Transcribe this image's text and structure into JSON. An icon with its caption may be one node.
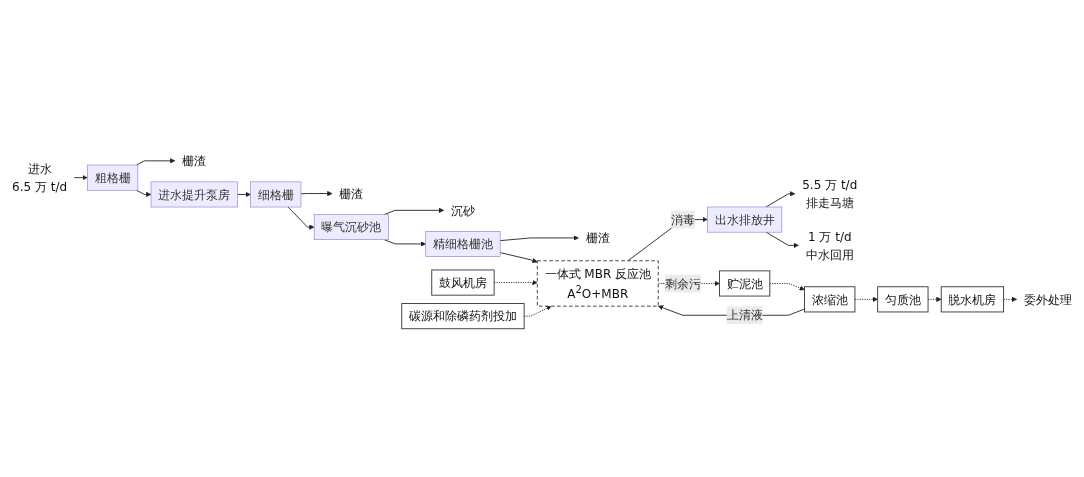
{
  "diagram": {
    "nodes": [
      {
        "text": [
          "进水",
          "6.5 万 t/d"
        ]
      },
      {
        "text": [
          "粗格栅"
        ]
      },
      {
        "text": [
          "栅渣"
        ]
      },
      {
        "text": [
          "进水提升泵房"
        ]
      },
      {
        "text": [
          "细格栅"
        ]
      },
      {
        "text": [
          "栅渣"
        ]
      },
      {
        "text": [
          "曝气沉砂池"
        ]
      },
      {
        "text": [
          "沉砂"
        ]
      },
      {
        "text": [
          "精细格栅池"
        ]
      },
      {
        "text": [
          "栅渣"
        ]
      },
      {
        "text": [
          "鼓风机房"
        ]
      },
      {
        "text": [
          "碳源和除磷药剂投加"
        ]
      },
      {
        "text": [
          "一体式 MBR 反应池",
          "A$^{2}$O+MBR"
        ]
      },
      {
        "text": [
          "出水排放井"
        ]
      },
      {
        "text": [
          "5.5 万 t/d",
          "排走马塘"
        ]
      },
      {
        "text": [
          "1 万 t/d",
          "中水回用"
        ]
      },
      {
        "text": [
          "贮泥池"
        ]
      },
      {
        "text": [
          "浓缩池"
        ]
      },
      {
        "text": [
          "匀质池"
        ]
      },
      {
        "text": [
          "脱水机房"
        ]
      },
      {
        "text": [
          "委外处理"
        ]
      }
    ],
    "edges": [
      {
        "from": 0,
        "to": 1,
        "arrow": "to"
      },
      {
        "from": 1,
        "to": 2,
        "arrow": "to"
      },
      {
        "from": 1,
        "to": 3,
        "arrow": "to"
      },
      {
        "from": 3,
        "to": 4,
        "arrow": "to"
      },
      {
        "from": 4,
        "to": 5,
        "arrow": "to"
      },
      {
        "from": 4,
        "to": 6,
        "arrow": "to"
      },
      {
        "from": 6,
        "to": 7,
        "arrow": "to"
      },
      {
        "from": 6,
        "to": 8,
        "arrow": "to"
      },
      {
        "from": 8,
        "to": 9,
        "arrow": "to"
      },
      {
        "from": 8,
        "to": 12,
        "arrow": "to"
      },
      {
        "from": 10,
        "to": 12,
        "arrow": "to",
        "style": "dashed"
      },
      {
        "from": 11,
        "to": 12,
        "arrow": "to",
        "style": "dashed"
      },
      {
        "from": 12,
        "to": 13,
        "arrow": "to",
        "label": "消毒"
      },
      {
        "from": 13,
        "to": 14,
        "arrow": "to"
      },
      {
        "from": 13,
        "to": 15,
        "arrow": "to"
      },
      {
        "from": 12,
        "to": 16,
        "arrow": "to",
        "label": "剩余污",
        "style": "dashed"
      },
      {
        "from": 17,
        "to": 12,
        "arrow": "to",
        "label": "上清液"
      },
      {
        "from": 16,
        "to": 17,
        "arrow": "to",
        "style": "dashed"
      },
      {
        "from": 17,
        "to": 18,
        "arrow": "to",
        "style": "dashed"
      },
      {
        "from": 18,
        "to": 19,
        "arrow": "to",
        "style": "dashed"
      },
      {
        "from": 19,
        "to": 20,
        "arrow": "to",
        "style": "dashed"
      }
    ]
  }
}
